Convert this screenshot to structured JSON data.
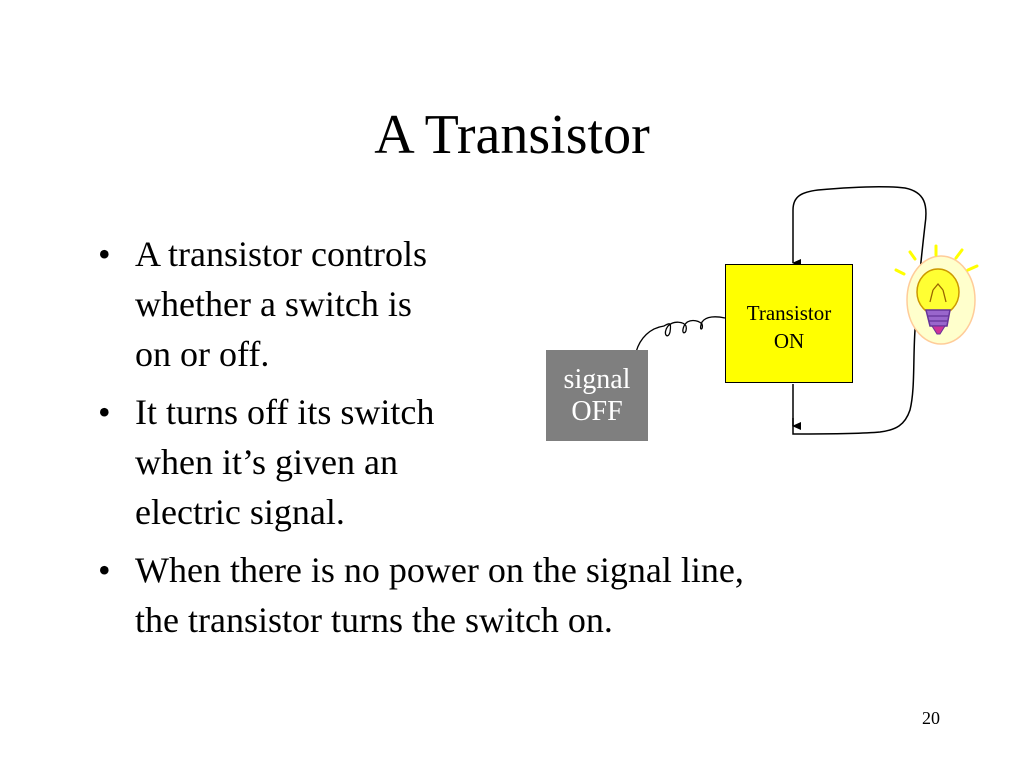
{
  "slide": {
    "title": "A Transistor",
    "page_number": "20"
  },
  "bullets": [
    {
      "marker": "•",
      "lines": [
        "A transistor controls",
        "whether a switch is",
        "on or off."
      ]
    },
    {
      "marker": "•",
      "lines": [
        "It turns off its switch",
        "when it’s given an",
        "electric signal."
      ]
    },
    {
      "marker": "•",
      "lines": [
        "When there is no power on the signal line,",
        "the transistor turns the switch on."
      ]
    }
  ],
  "diagram": {
    "transistor_box": {
      "line1": "Transistor",
      "line2": "ON",
      "color": "#ffff00"
    },
    "signal_box": {
      "line1": "signal",
      "line2": "OFF",
      "color": "#7f7f7f"
    },
    "bulb": {
      "icon": "lightbulb-icon",
      "glow_color": "#ffff00",
      "body_color": "#9966cc"
    }
  }
}
